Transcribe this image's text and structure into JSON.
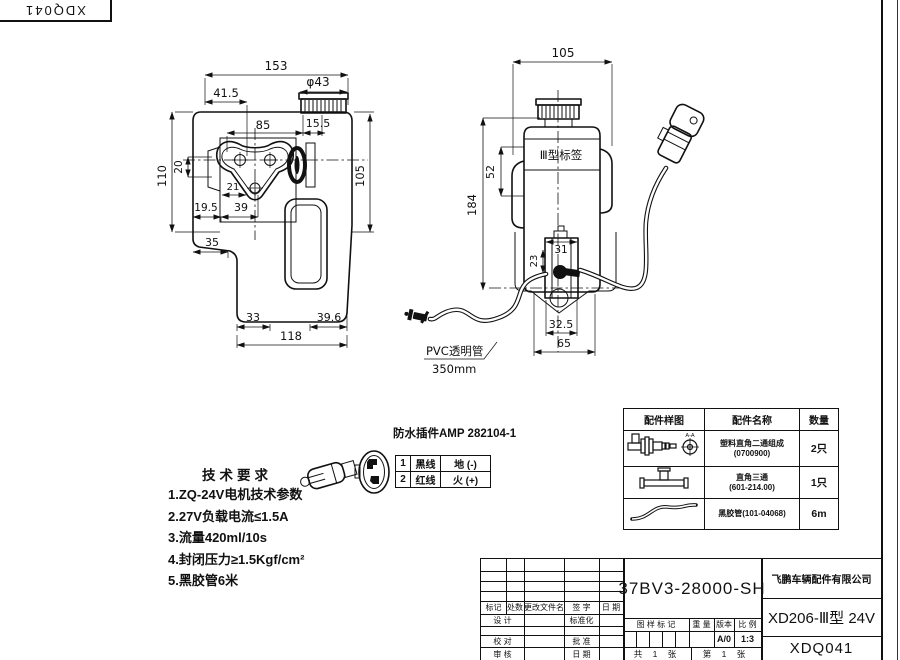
{
  "sheet": {
    "corner_code": "XDQ041"
  },
  "front_view": {
    "dims": {
      "width_total": "153",
      "offset_left": "41.5",
      "cap_dia": "φ43",
      "hole_span": "85",
      "cap_offset": "15.5",
      "height_left": "110",
      "bump_height": "20",
      "height_right": "105",
      "base_left": "19.5",
      "hole_width": "39",
      "hole_drop": "21",
      "step": "35",
      "foot_left": "33",
      "foot_right": "39.6",
      "base_width": "118"
    }
  },
  "side_view": {
    "label_text": "Ⅲ型标签",
    "hose_label_line1": "PVC透明管",
    "hose_label_line2": "350mm",
    "dims": {
      "width_total": "105",
      "label_height": "52",
      "height_total": "184",
      "pump_width": "31",
      "outlet_drop": "23",
      "outlet_offset": "32.5",
      "bracket_width": "65"
    }
  },
  "connector": {
    "title": "防水插件AMP 282104-1",
    "pins": [
      {
        "no": "1",
        "wire": "黑线",
        "function": "地 (-)"
      },
      {
        "no": "2",
        "wire": "红线",
        "function": "火 (+)"
      }
    ]
  },
  "tech_requirements": {
    "title": "技术要求",
    "items": [
      "1.ZQ-24V电机技术参数",
      "2.27V负载电流≤1.5A",
      "3.流量420ml/10s",
      "4.封闭压力≥1.5Kgf/cm²",
      "5.黑胶管6米"
    ]
  },
  "parts_table": {
    "headers": [
      "配件样图",
      "配件名称",
      "数量"
    ],
    "rows": [
      {
        "name_line1": "塑料直角二通组成(0700900)",
        "qty": "2只"
      },
      {
        "name_line1": "直角三通",
        "name_line2": "(601-214.00)",
        "qty": "1只"
      },
      {
        "name_line1": "黑胶管(101-04068)",
        "qty": "6m"
      }
    ]
  },
  "title_block": {
    "drawing_no": "37BV3-28000-SH",
    "company": "飞鹏车辆配件有限公司",
    "model": "XD206-Ⅲ型 24V",
    "code": "XDQ041",
    "labels": {
      "mark": "标记",
      "count": "处数",
      "change_file": "更改文件名",
      "signature": "签 字",
      "date": "日 期",
      "design": "设 计",
      "standardize": "标准化",
      "check": "校 对",
      "approve": "批 准",
      "review": "审 核",
      "date2": "日 期",
      "drawing_mark": "图 样 标 记",
      "weight": "重 量",
      "version": "版本",
      "scale": "比 例"
    },
    "values": {
      "version": "A/0",
      "scale": "1:3"
    },
    "sheet_total": "共 1 张",
    "sheet_no": "第 1 张"
  }
}
